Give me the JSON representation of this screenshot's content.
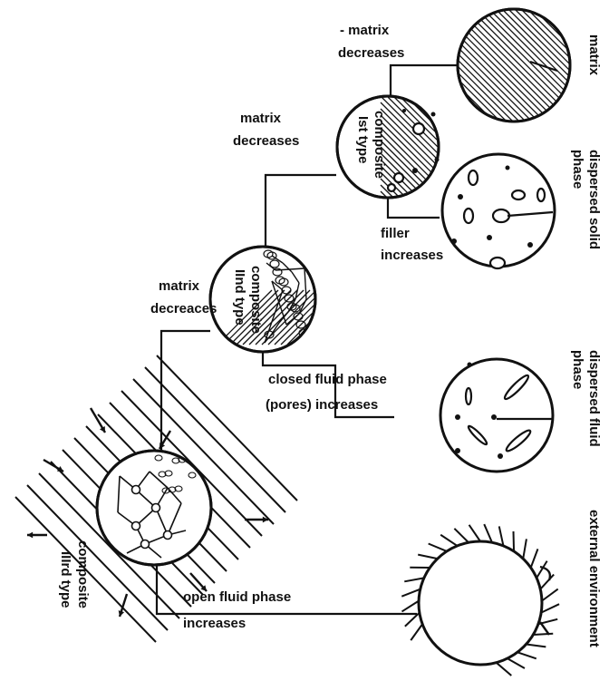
{
  "labels": {
    "matrix_decreases_top_1": "- matrix",
    "matrix_decreases_top_2": "decreases",
    "matrix_decreases_mid_1": "matrix",
    "matrix_decreases_mid_2": "decreases",
    "matrix_decreases_low_1": "matrix",
    "matrix_decreases_low_2": "decreaces",
    "filler_increases_1": "filler",
    "filler_increases_2": "increases",
    "closed_fluid_1": "closed fluid phase",
    "closed_fluid_2": "(pores) increases",
    "open_fluid_1": "open fluid phase",
    "open_fluid_2": "increases",
    "composite_1st_1": "composite",
    "composite_1st_2": "Ist type",
    "composite_2nd_1": "composite",
    "composite_2nd_2": "IInd type",
    "composite_3rd_1": "composite",
    "composite_3rd_2": "IIIrd type",
    "matrix": "matrix",
    "dispersed_solid_1": "dispersed solid",
    "dispersed_solid_2": "phase",
    "dispersed_fluid_1": "dispersed fluid",
    "dispersed_fluid_2": "phase",
    "external_environment": "external environment"
  }
}
